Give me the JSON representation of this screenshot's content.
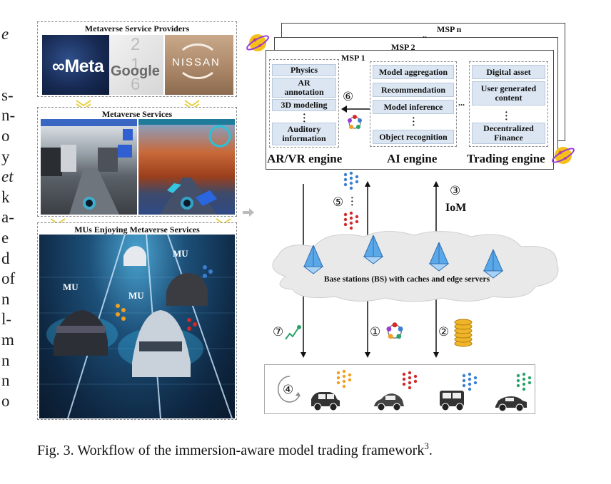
{
  "left_fragments": [
    {
      "text": "e",
      "italic": true
    },
    {
      "text": "",
      "italic": false
    },
    {
      "text": "",
      "italic": false
    },
    {
      "text": "s-",
      "italic": false
    },
    {
      "text": "n-",
      "italic": false
    },
    {
      "text": "o",
      "italic": false
    },
    {
      "text": "y",
      "italic": false
    },
    {
      "text": "et",
      "italic": true
    },
    {
      "text": "k",
      "italic": false
    },
    {
      "text": "a-",
      "italic": false
    },
    {
      "text": "e",
      "italic": false
    },
    {
      "text": "d",
      "italic": false
    },
    {
      "text": "of",
      "italic": false
    },
    {
      "text": "n",
      "italic": false
    },
    {
      "text": "l-",
      "italic": false
    },
    {
      "text": "m",
      "italic": false
    },
    {
      "text": "n",
      "italic": false
    },
    {
      "text": "n",
      "italic": false
    },
    {
      "text": "o",
      "italic": false
    }
  ],
  "left_panels": {
    "providers_title": "Metaverse Service Providers",
    "services_title": "Metaverse Services",
    "mus_title": "MUs Enjoying Metaverse Services",
    "logos": {
      "meta": "∞Meta",
      "google": "Google",
      "google_digits": "2 1 6",
      "nissan": "NISSAN"
    },
    "mu_labels": [
      "MU",
      "MU",
      "MU"
    ]
  },
  "msp": {
    "n_label": "MSP n",
    "two_label": "MSP 2",
    "one_label": "MSP 1",
    "ellipsis_top": "..",
    "arvr_cells": [
      "Physics",
      "AR annotation",
      "3D modeling",
      "Auditory information"
    ],
    "ai_cells": [
      "Model aggregation",
      "Recommendation",
      "Model inference",
      "Object recognition"
    ],
    "trading_cells": [
      "Digital asset",
      "User generated content",
      "Decentralized Finance"
    ],
    "engines": [
      "AR/VR engine",
      "AI engine",
      "Trading engine"
    ],
    "between_dots": "...",
    "step6": "⑥"
  },
  "workflow": {
    "step5": "⑤",
    "step3": "③",
    "iom": "IoM",
    "step7": "⑦",
    "step1": "①",
    "step2": "②",
    "step4": "④",
    "cloud_text": "Base stations (BS) with caches and edge servers"
  },
  "caption": {
    "text": "Fig. 3.  Workflow of the immersion-aware model trading framework",
    "sup": "3",
    "end": "."
  },
  "colors": {
    "cell_fill": "#dbe6f2",
    "model_blue": "#3b7fd1",
    "model_red": "#d12a2a",
    "model_orange": "#f0a020",
    "model_green": "#2aa36a"
  }
}
